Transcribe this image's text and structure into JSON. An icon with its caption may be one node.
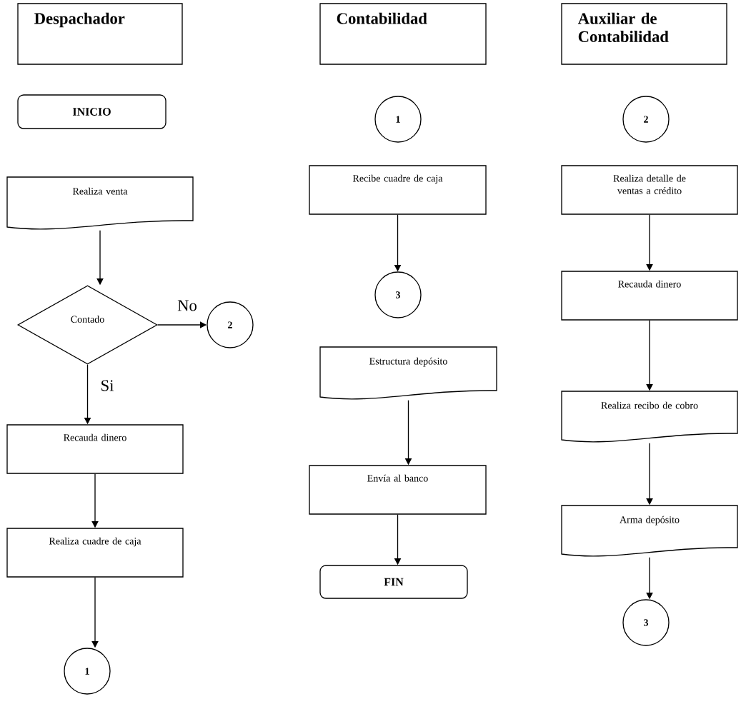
{
  "diagram": {
    "nodes": [
      {
        "text": [
          "Despachador"
        ]
      },
      {
        "text": [
          "Contabilidad"
        ]
      },
      {
        "text": [
          "Auxiliar de Contabilidad"
        ]
      },
      {
        "text": [
          "INICIO"
        ]
      },
      {
        "text": [
          "Realiza venta"
        ]
      },
      {
        "text": [
          "Contado"
        ]
      },
      {
        "text": [
          "2"
        ]
      },
      {
        "text": [
          "Recauda dinero"
        ]
      },
      {
        "text": [
          "Realiza cuadre de caja"
        ]
      },
      {
        "text": [
          "1"
        ]
      },
      {
        "text": [
          "1"
        ]
      },
      {
        "text": [
          "Recibe cuadre de caja"
        ]
      },
      {
        "text": [
          "3"
        ]
      },
      {
        "text": [
          "Estructura depósito"
        ]
      },
      {
        "text": [
          "Envía al banco"
        ]
      },
      {
        "text": [
          "FIN"
        ]
      },
      {
        "text": [
          "2"
        ]
      },
      {
        "text": [
          "Realiza detalle de ventas a crédito"
        ]
      },
      {
        "text": [
          "Recauda dinero"
        ]
      },
      {
        "text": [
          "Realiza recibo de cobro"
        ]
      },
      {
        "text": [
          "Arma depósito"
        ]
      },
      {
        "text": [
          "3"
        ]
      }
    ],
    "edges": [
      {
        "from": 4,
        "to": 5,
        "arrow": "to"
      },
      {
        "from": 5,
        "to": 6,
        "arrow": "to",
        "label": "No"
      },
      {
        "from": 5,
        "to": 7,
        "arrow": "to",
        "label": "Si"
      },
      {
        "from": 7,
        "to": 8,
        "arrow": "to"
      },
      {
        "from": 8,
        "to": 9,
        "arrow": "to"
      },
      {
        "from": 11,
        "to": 12,
        "arrow": "to"
      },
      {
        "from": 13,
        "to": 14,
        "arrow": "to"
      },
      {
        "from": 14,
        "to": 15,
        "arrow": "to"
      },
      {
        "from": 17,
        "to": 18,
        "arrow": "to"
      },
      {
        "from": 18,
        "to": 19,
        "arrow": "to"
      },
      {
        "from": 19,
        "to": 20,
        "arrow": "to"
      },
      {
        "from": 20,
        "to": 21,
        "arrow": "to"
      }
    ]
  }
}
